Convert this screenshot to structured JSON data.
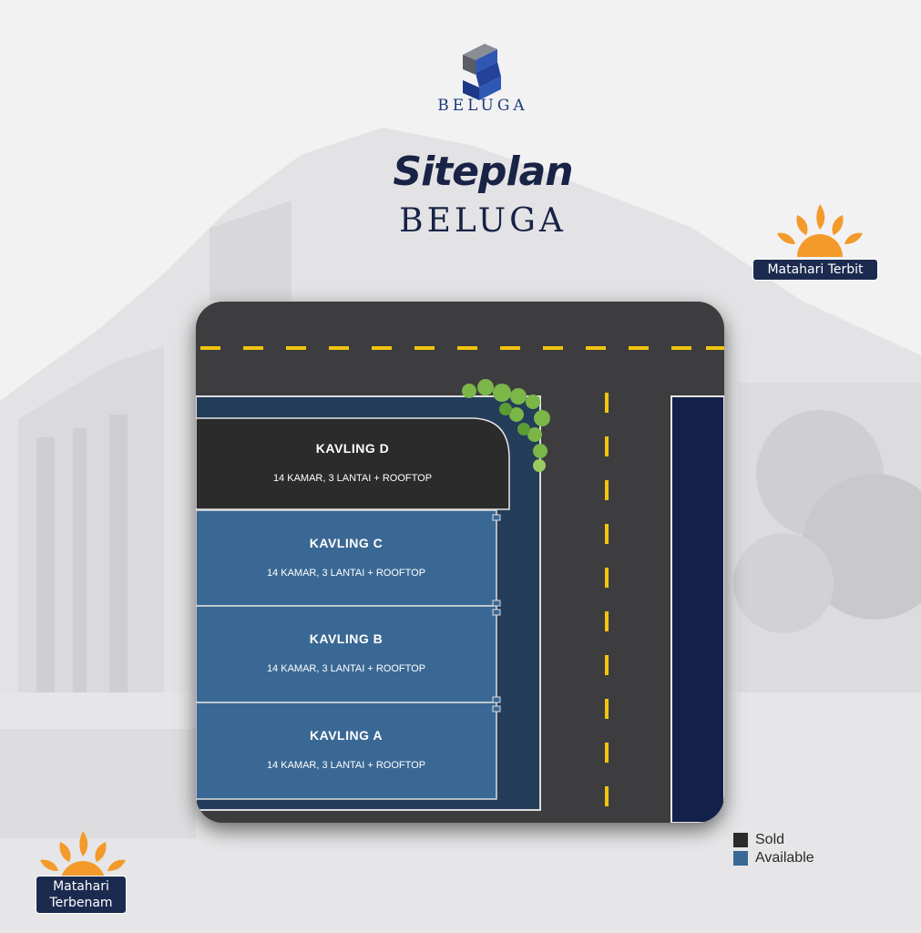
{
  "brand": {
    "logo_text": "BELUGA",
    "color": "#1d3a78"
  },
  "header": {
    "title": "Siteplan",
    "subtitle": "BELUGA"
  },
  "compass": {
    "sunrise_label": "Matahari Terbit",
    "sunset_label_line1": "Matahari",
    "sunset_label_line2": "Terbenam",
    "sun_color": "#f39a2b"
  },
  "lots": [
    {
      "name": "KAVLING D",
      "desc": "14 KAMAR, 3 LANTAI + ROOFTOP",
      "status": "Sold"
    },
    {
      "name": "KAVLING C",
      "desc": "14 KAMAR, 3 LANTAI + ROOFTOP",
      "status": "Available"
    },
    {
      "name": "KAVLING B",
      "desc": "14 KAMAR, 3 LANTAI + ROOFTOP",
      "status": "Available"
    },
    {
      "name": "KAVLING A",
      "desc": "14 KAMAR, 3 LANTAI + ROOFTOP",
      "status": "Available"
    }
  ],
  "legend": {
    "sold": {
      "label": "Sold",
      "color": "#2b2b2b"
    },
    "available": {
      "label": "Available",
      "color": "#3a6894"
    }
  },
  "colors": {
    "road": "#3d3d3f",
    "road_line": "#f2c40f",
    "sidewalk": "#243d5a",
    "side_lot": "#132149",
    "tree": "#7ab648"
  }
}
